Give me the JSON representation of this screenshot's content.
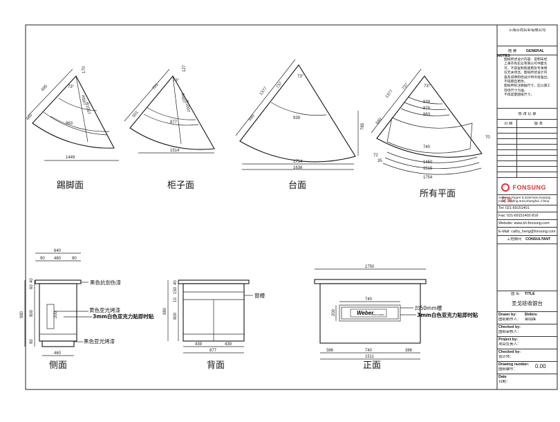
{
  "company": "上海芬尚实业有限公司",
  "title_block": {
    "subject_label": "题 要",
    "general_notes_label": "GENERAL NOTES",
    "notes": [
      "图纸所述设计内容、说明未经",
      "上海芬尚实业有限公司书面允",
      "可，不得复制或使用及专承用",
      "任无关场合。图纸所述设计内",
      "容及说明和经设计特许批准出，",
      "不得擅自更改。",
      "图纸所标注数据尺寸，应以施工",
      "现场尺寸为准。",
      "不得度量图纸尺寸。"
    ],
    "revision_label": "修 改 记 录",
    "date_label": "日 期",
    "version_label": "版 本",
    "logo_text": "FONSUNG",
    "logo_cn": "芬尚",
    "address": "Address: Figure 8,2248 lane,huxiang road，Jiading area,shanghai ,China",
    "tel": "Tel: 021-69151401",
    "fax": "Fax: 021-69151402-816",
    "website": "Website: www.sh-fonsung.com",
    "email": "E-Mail: cathy_heng@fonsung.com",
    "consultant_cn": "工程顾问",
    "consultant_en": "CONSULTANT",
    "title_cn": "图 名",
    "title_en": "TITLE",
    "drawing_title": "圣戈班收银台",
    "drawn_by_en": "Drawn by:",
    "drawn_by_cn": "图纸制作人：",
    "drawn_by_name": "Shikiro",
    "drawn_by_name_cn": "蒋翊锋",
    "checked_by_en": "Checked by:",
    "checked_by_cn": "图纸审核人：",
    "project_by_en": "Project by:",
    "project_by_cn": "项目负责人：",
    "checked_by2_en": "Checked by:",
    "checked_by2_cn": "设计师：",
    "drawing_number_en": "Drawing number:",
    "drawing_number_cn": "图纸编号：",
    "drawing_number": "0.00",
    "date_en": "Date",
    "date_cn": "日期："
  },
  "views": {
    "v1_caption": "踢脚面",
    "v2_caption": "柜子面",
    "v3_caption": "台面",
    "v4_caption": "所有平面",
    "v5_caption": "侧面",
    "v6_caption": "背面",
    "v7_caption": "正面"
  },
  "dims": {
    "v1": {
      "angle": "73°",
      "r1": "695",
      "r2": "460",
      "r3": "170",
      "r4": "R597",
      "r5": "R1057",
      "arc_mid": "863",
      "arc_out": "1449"
    },
    "v2": {
      "angle": "73°",
      "r1": "701",
      "r2": "501",
      "r3": "127",
      "r4": "R507",
      "r5": "R1007",
      "arc_mid": "877",
      "arc_out": "1514"
    },
    "v3": {
      "angle": "73°",
      "r1": "1377",
      "r2": "737",
      "r3": "640",
      "arc_mid": "939",
      "arc_out": "1754",
      "chord": "1638",
      "height": "785"
    },
    "v4": {
      "angle": "73°",
      "r1": "1377",
      "r2": "737",
      "r3": "640",
      "a1": "939",
      "a2": "878",
      "a3": "863",
      "a4": "740",
      "a5": "1450",
      "a6": "1515",
      "a7": "1754",
      "s1": "72",
      "s2": "35",
      "s3": "70"
    },
    "v5": {
      "top": "640",
      "w1": "90",
      "w2": "460",
      "w3": "90",
      "h_total": "980",
      "h1": "60",
      "h2": "800",
      "h3": "80",
      "h4": "40",
      "inner": "200",
      "bottom": "460"
    },
    "v6": {
      "h_total": "980",
      "h1": "40",
      "h2": "150",
      "h3": "10",
      "h4": "800",
      "w1": "439",
      "w2": "439",
      "w_total": "877"
    },
    "v7": {
      "top": "1750",
      "inner": "740",
      "inner_h": "200",
      "b1": "386",
      "b2": "740",
      "b3": "386",
      "b_total": "1511"
    }
  },
  "annotations": {
    "a1": "黑色抗划伤漆",
    "a2": "黄色亚光烤漆",
    "a3": "3mm白色亚克力贴即时贴",
    "a4": "黑色亚光烤漆",
    "a5": "窗槽",
    "a6": "凹50mm槽",
    "a7": "3mm白色亚克力贴即时贴",
    "brand": "Weber",
    "brand_sub": "SAINT-GOBAIN"
  }
}
